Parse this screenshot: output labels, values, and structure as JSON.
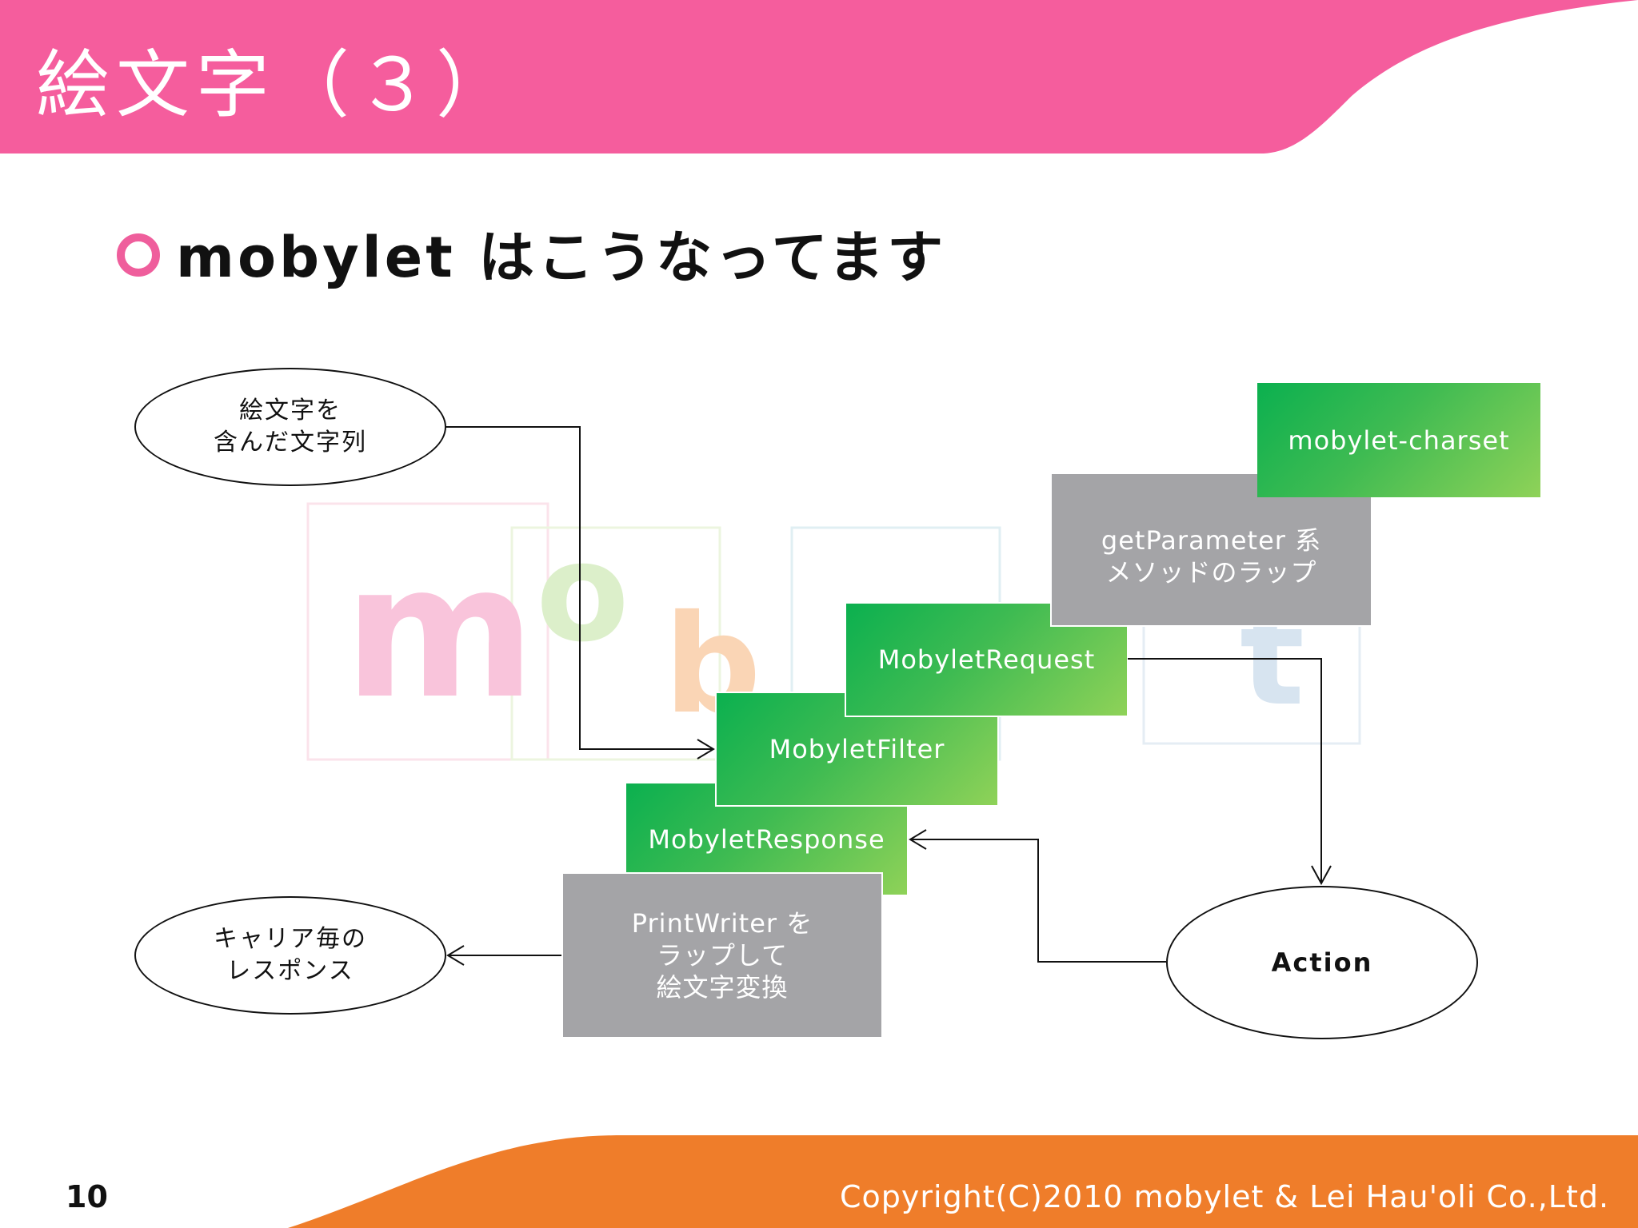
{
  "title": "絵文字（３）",
  "bullet": "mobylet はこうなってます",
  "diagram": {
    "input_ellipse": "絵文字を\n含んだ文字列",
    "output_ellipse": "キャリア毎の\nレスポンス",
    "action_ellipse": "Action",
    "box_charset": "mobylet-charset",
    "box_getparameter": "getParameter 系\nメソッドのラップ",
    "box_request": "MobyletRequest",
    "box_filter": "MobyletFilter",
    "box_response": "MobyletResponse",
    "box_printwriter": "PrintWriter を\nラップして\n絵文字変換"
  },
  "footer": {
    "page_number": "10",
    "copyright": "Copyright(C)2010 mobylet & Lei Hau'oli Co.,Ltd."
  },
  "colors": {
    "header_pink": "#f55d9d",
    "footer_orange": "#ef7d2a",
    "bullet_pink": "#ef5e9c",
    "box_green_start": "#0bb04f",
    "box_green_end": "#8fd258",
    "box_gray": "#a4a4a7"
  }
}
